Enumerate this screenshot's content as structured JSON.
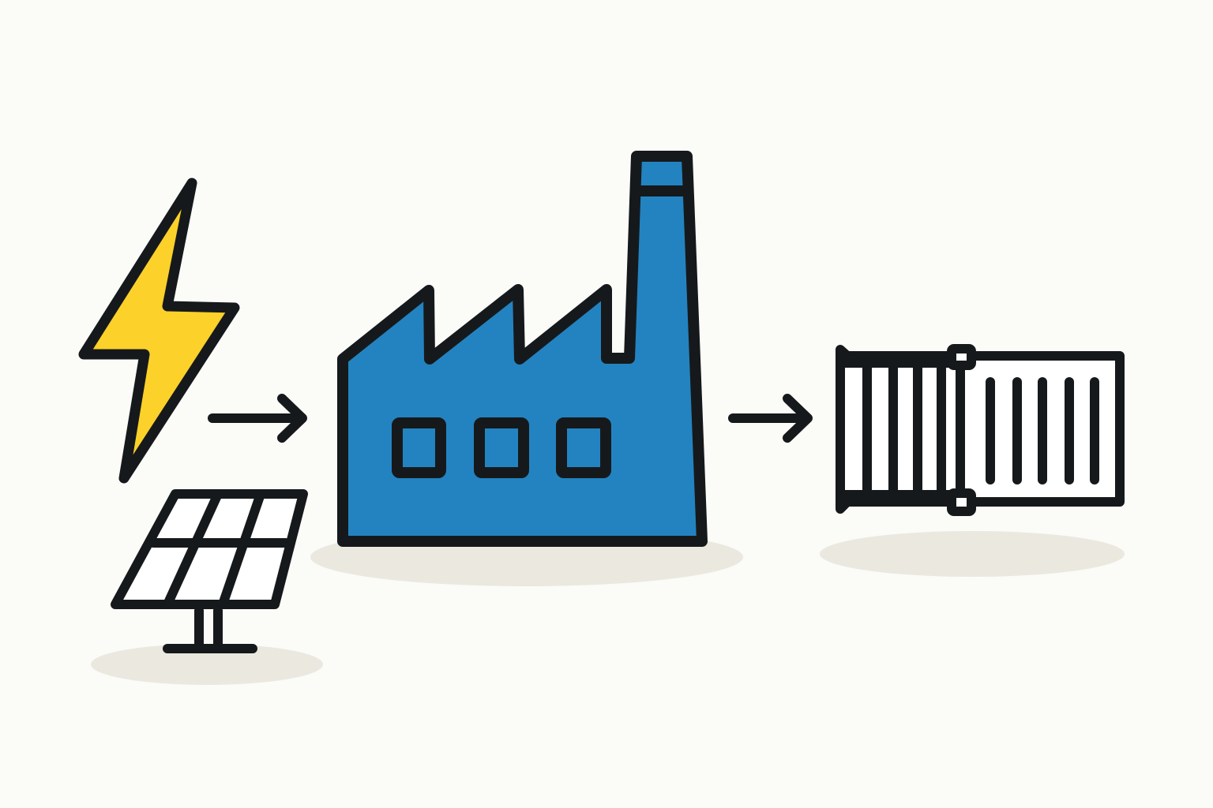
{
  "diagram": {
    "nodes": [
      {
        "id": "lightning-bolt",
        "icon": "lightning-bolt-icon"
      },
      {
        "id": "solar-panel",
        "icon": "solar-panel-icon"
      },
      {
        "id": "factory",
        "icon": "factory-icon"
      },
      {
        "id": "shipping-container",
        "icon": "shipping-container-icon"
      }
    ],
    "edges": [
      {
        "from": "energy-sources",
        "to": "factory",
        "icon": "arrow-right-icon"
      },
      {
        "from": "factory",
        "to": "shipping-container",
        "icon": "arrow-right-icon"
      }
    ]
  },
  "colors": {
    "background": "#fbfbf8",
    "outline": "#16191b",
    "lightning": "#fcd12a",
    "factory": "#2383c0",
    "shadow": "#ebe9df",
    "panel_fill": "#ffffff",
    "container_fill": "#ffffff"
  }
}
